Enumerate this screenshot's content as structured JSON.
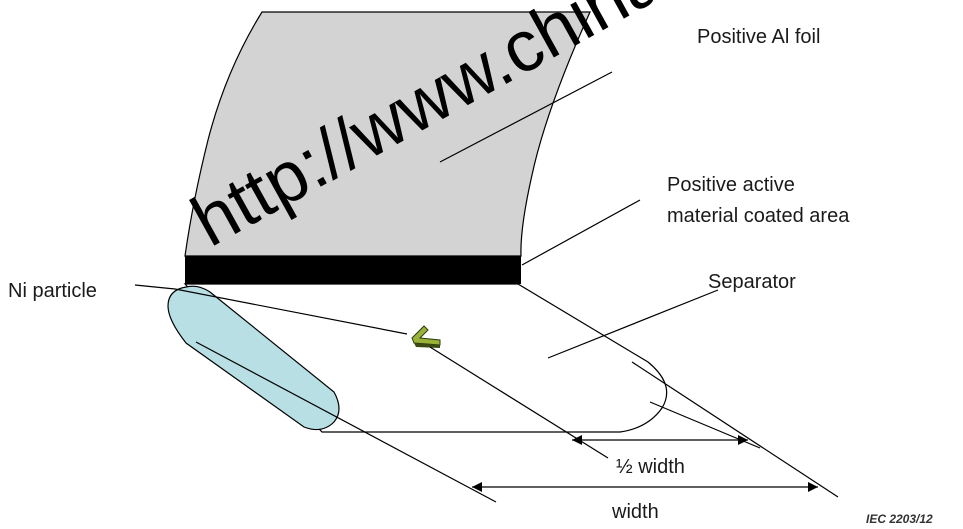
{
  "labels": {
    "positive_al_foil": "Positive Al foil",
    "positive_active_line1": "Positive active",
    "positive_active_line2": "material coated area",
    "separator": "Separator",
    "ni_particle": "Ni particle",
    "half_width": "½ width",
    "width": "width",
    "figure_ref": "IEC  2203/12"
  },
  "watermark": "http://www.china-g",
  "colors": {
    "foil": "#d3d3d3",
    "coating": "#000000",
    "separator": "#ffffff",
    "separator_edge": "#b7dfe4",
    "particle": "#9ab23a",
    "line": "#000000"
  }
}
